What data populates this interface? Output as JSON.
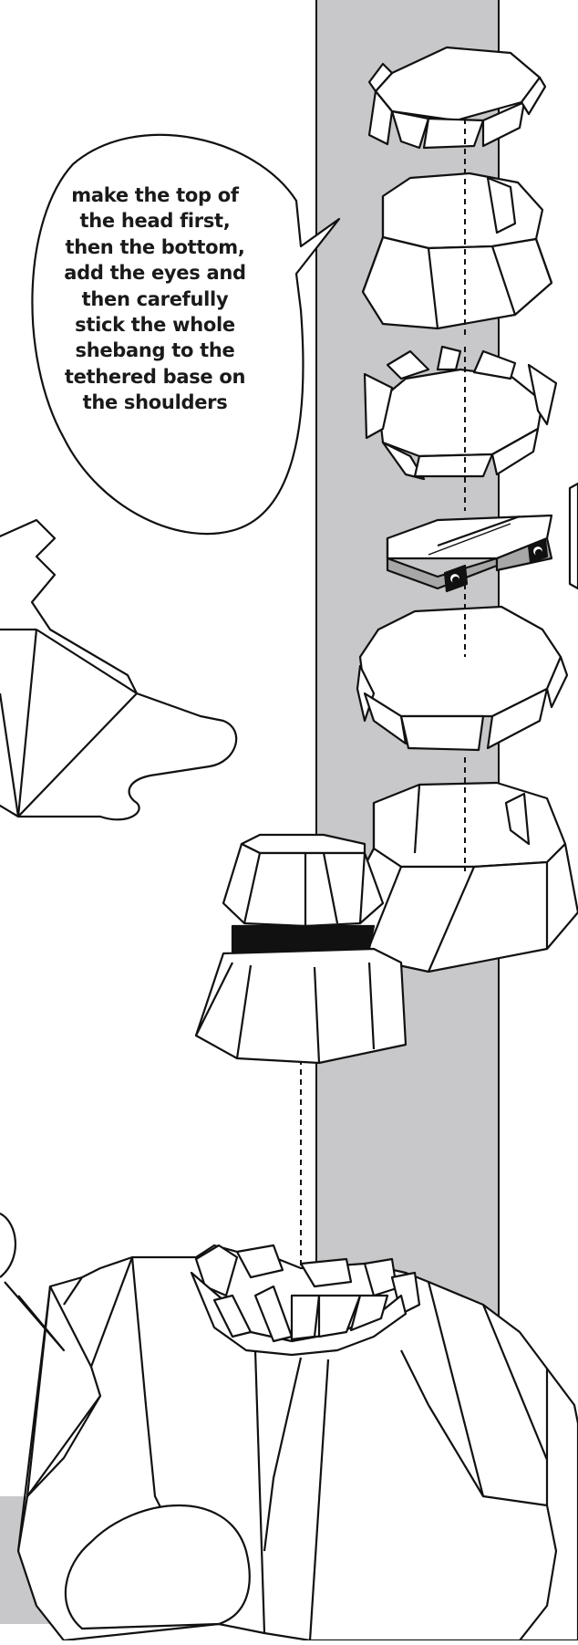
{
  "speech_bubble": {
    "lines": [
      "make the top of",
      "the head first,",
      "then the bottom,",
      "add the eyes and",
      "then carefully",
      "stick the whole",
      "shebang to the",
      "tethered base on",
      "the shoulders"
    ]
  },
  "colors": {
    "background": "#ffffff",
    "column": "#c8c8ca",
    "stroke": "#111111",
    "eye_block": "#a7a7a7",
    "band": "#111111"
  }
}
